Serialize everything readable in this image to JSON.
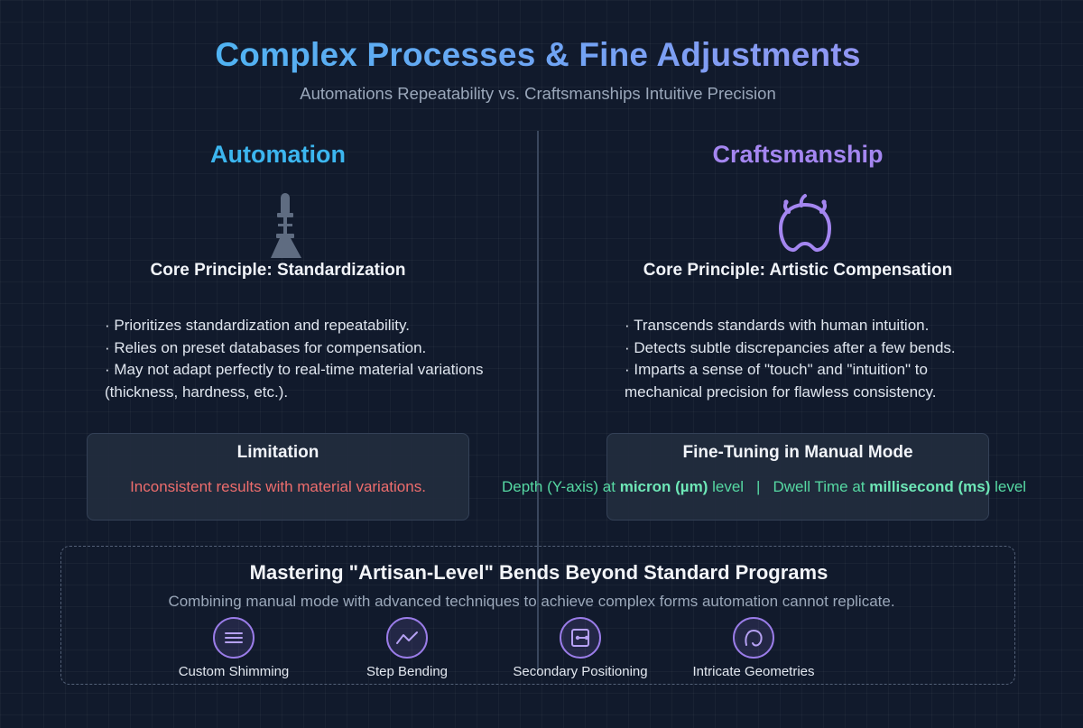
{
  "header": {
    "title": "Complex Processes & Fine Adjustments",
    "subtitle": "Automations Repeatability vs. Craftsmanships Intuitive Precision"
  },
  "automation": {
    "heading": "Automation",
    "icon": "robot-arm-icon",
    "principle": "Core Principle: Standardization",
    "bullets": [
      "· Prioritizes standardization and repeatability.",
      "· Relies on preset databases for compensation.",
      "· May not adapt perfectly to real-time material variations (thickness, hardness, etc.)."
    ],
    "limitation": {
      "title": "Limitation",
      "text": "Inconsistent results with material variations."
    }
  },
  "craftsmanship": {
    "heading": "Craftsmanship",
    "icon": "human-head-icon",
    "principle": "Core Principle: Artistic Compensation",
    "bullets": [
      "· Transcends standards with human intuition.",
      "· Detects subtle discrepancies after a few bends.",
      "· Imparts a sense of \"touch\" and \"intuition\" to mechanical precision for flawless consistency."
    ],
    "fine_tuning": {
      "title": "Fine-Tuning in Manual Mode",
      "depth_prefix": "Depth (Y-axis) at ",
      "depth_value": "micron (µm)",
      "depth_suffix": " level",
      "separator": "|",
      "dwell_prefix": "Dwell Time at ",
      "dwell_value": "millisecond (ms)",
      "dwell_suffix": " level"
    }
  },
  "mastering": {
    "title": "Mastering \"Artisan-Level\" Bends Beyond Standard Programs",
    "subtitle": "Combining manual mode with advanced techniques to achieve complex forms automation cannot replicate.",
    "techniques": [
      {
        "label": "Custom Shimming",
        "icon": "lines-icon"
      },
      {
        "label": "Step Bending",
        "icon": "step-wave-icon"
      },
      {
        "label": "Secondary Positioning",
        "icon": "positioning-icon"
      },
      {
        "label": "Intricate Geometries",
        "icon": "curve-icon"
      }
    ]
  },
  "colors": {
    "automation_accent": "#3cb6ef",
    "craft_accent": "#a486f0",
    "limitation_red": "#ee6d6d",
    "fine_green": "#56d9a3"
  }
}
